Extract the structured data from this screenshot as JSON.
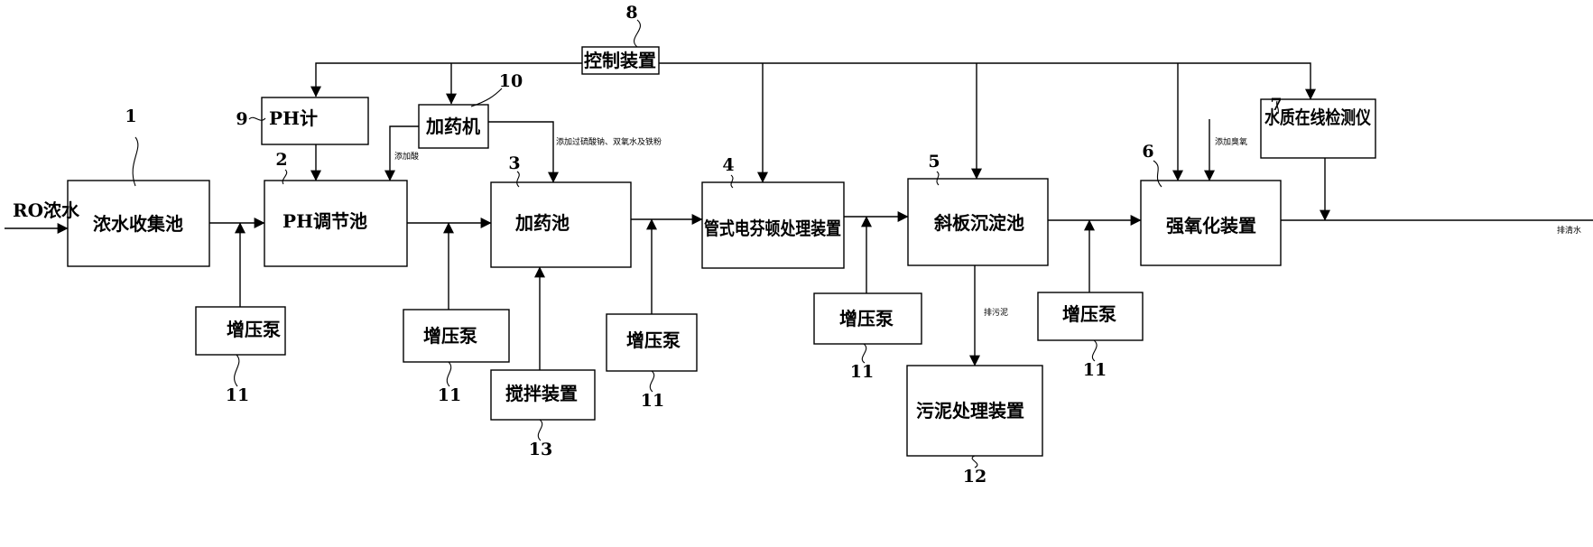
{
  "boxes": {
    "collect": "浓水收集池",
    "ph_tank": "PH调节池",
    "dosing_tank": "加药池",
    "fenton": "管式电芬顿处理装置",
    "settler": "斜板沉淀池",
    "oxidizer": "强氧化装置",
    "ph_meter": "PH计",
    "doser": "加药机",
    "control": "控制装置",
    "analyzer": "水质在线检测仪",
    "sludge": "污泥处理装置",
    "mixer": "搅拌装置",
    "pump": "增压泵"
  },
  "flow": {
    "inlet": "RO浓水",
    "outlet": "排清水",
    "acid": "添加酸",
    "reagents": "添加过硫酸钠、双氧水及铁粉",
    "ozone": "添加臭氧",
    "sludge_out": "排污泥"
  },
  "numbers": {
    "n1": "1",
    "n2": "2",
    "n3": "3",
    "n4": "4",
    "n5": "5",
    "n6": "6",
    "n7": "7",
    "n8": "8",
    "n9": "9",
    "n10": "10",
    "n11": "11",
    "n12": "12",
    "n13": "13"
  }
}
